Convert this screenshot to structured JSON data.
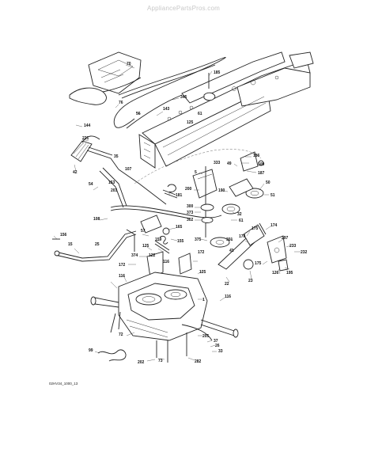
{
  "watermark": "AppliancePartsPros.com",
  "diagram_code": "02HV34_1000_13",
  "callouts": [
    {
      "id": "c-70",
      "text": "70"
    },
    {
      "id": "c-185",
      "text": "185"
    },
    {
      "id": "c-345",
      "text": "345"
    },
    {
      "id": "c-143",
      "text": "143"
    },
    {
      "id": "c-76",
      "text": "76"
    },
    {
      "id": "c-56",
      "text": "56"
    },
    {
      "id": "c-144",
      "text": "144"
    },
    {
      "id": "c-221",
      "text": "221"
    },
    {
      "id": "c-61",
      "text": "61"
    },
    {
      "id": "c-125a",
      "text": "125"
    },
    {
      "id": "c-42",
      "text": "42"
    },
    {
      "id": "c-35",
      "text": "35"
    },
    {
      "id": "c-107",
      "text": "107"
    },
    {
      "id": "c-153",
      "text": "153"
    },
    {
      "id": "c-54",
      "text": "54"
    },
    {
      "id": "c-203",
      "text": "203"
    },
    {
      "id": "c-333",
      "text": "333"
    },
    {
      "id": "c-49",
      "text": "49"
    },
    {
      "id": "c-186",
      "text": "186"
    },
    {
      "id": "c-109",
      "text": "109"
    },
    {
      "id": "c-187",
      "text": "187"
    },
    {
      "id": "c-5",
      "text": "5"
    },
    {
      "id": "c-50",
      "text": "50"
    },
    {
      "id": "c-200",
      "text": "200"
    },
    {
      "id": "c-181",
      "text": "181"
    },
    {
      "id": "c-190",
      "text": "190"
    },
    {
      "id": "c-51",
      "text": "51"
    },
    {
      "id": "c-300",
      "text": "300"
    },
    {
      "id": "c-373",
      "text": "373"
    },
    {
      "id": "c-302",
      "text": "302"
    },
    {
      "id": "c-32",
      "text": "32"
    },
    {
      "id": "c-61b",
      "text": "61"
    },
    {
      "id": "c-108",
      "text": "108"
    },
    {
      "id": "c-156",
      "text": "156"
    },
    {
      "id": "c-57",
      "text": "57"
    },
    {
      "id": "c-165",
      "text": "165"
    },
    {
      "id": "c-175a",
      "text": "175"
    },
    {
      "id": "c-174",
      "text": "174"
    },
    {
      "id": "c-15",
      "text": "15"
    },
    {
      "id": "c-25",
      "text": "25"
    },
    {
      "id": "c-125b",
      "text": "125"
    },
    {
      "id": "c-374",
      "text": "374"
    },
    {
      "id": "c-122",
      "text": "122"
    },
    {
      "id": "c-159",
      "text": "159"
    },
    {
      "id": "c-155",
      "text": "155"
    },
    {
      "id": "c-375",
      "text": "375"
    },
    {
      "id": "c-301",
      "text": "301"
    },
    {
      "id": "c-178",
      "text": "178"
    },
    {
      "id": "c-297",
      "text": "297"
    },
    {
      "id": "c-233",
      "text": "233"
    },
    {
      "id": "c-41",
      "text": "41"
    },
    {
      "id": "c-232",
      "text": "232"
    },
    {
      "id": "c-172a",
      "text": "172"
    },
    {
      "id": "c-172b",
      "text": "172"
    },
    {
      "id": "c-175b",
      "text": "175"
    },
    {
      "id": "c-126",
      "text": "126"
    },
    {
      "id": "c-195",
      "text": "195"
    },
    {
      "id": "c-116a",
      "text": "116"
    },
    {
      "id": "c-125c",
      "text": "125"
    },
    {
      "id": "c-22",
      "text": "22"
    },
    {
      "id": "c-23",
      "text": "23"
    },
    {
      "id": "c-116b",
      "text": "116"
    },
    {
      "id": "c-1",
      "text": "1"
    },
    {
      "id": "c-116c",
      "text": "116"
    },
    {
      "id": "c-72",
      "text": "72"
    },
    {
      "id": "c-205",
      "text": "205"
    },
    {
      "id": "c-37",
      "text": "37"
    },
    {
      "id": "c-26",
      "text": "26"
    },
    {
      "id": "c-33",
      "text": "33"
    },
    {
      "id": "c-99",
      "text": "99"
    },
    {
      "id": "c-202",
      "text": "202"
    },
    {
      "id": "c-73",
      "text": "73"
    },
    {
      "id": "c-282",
      "text": "282"
    }
  ]
}
